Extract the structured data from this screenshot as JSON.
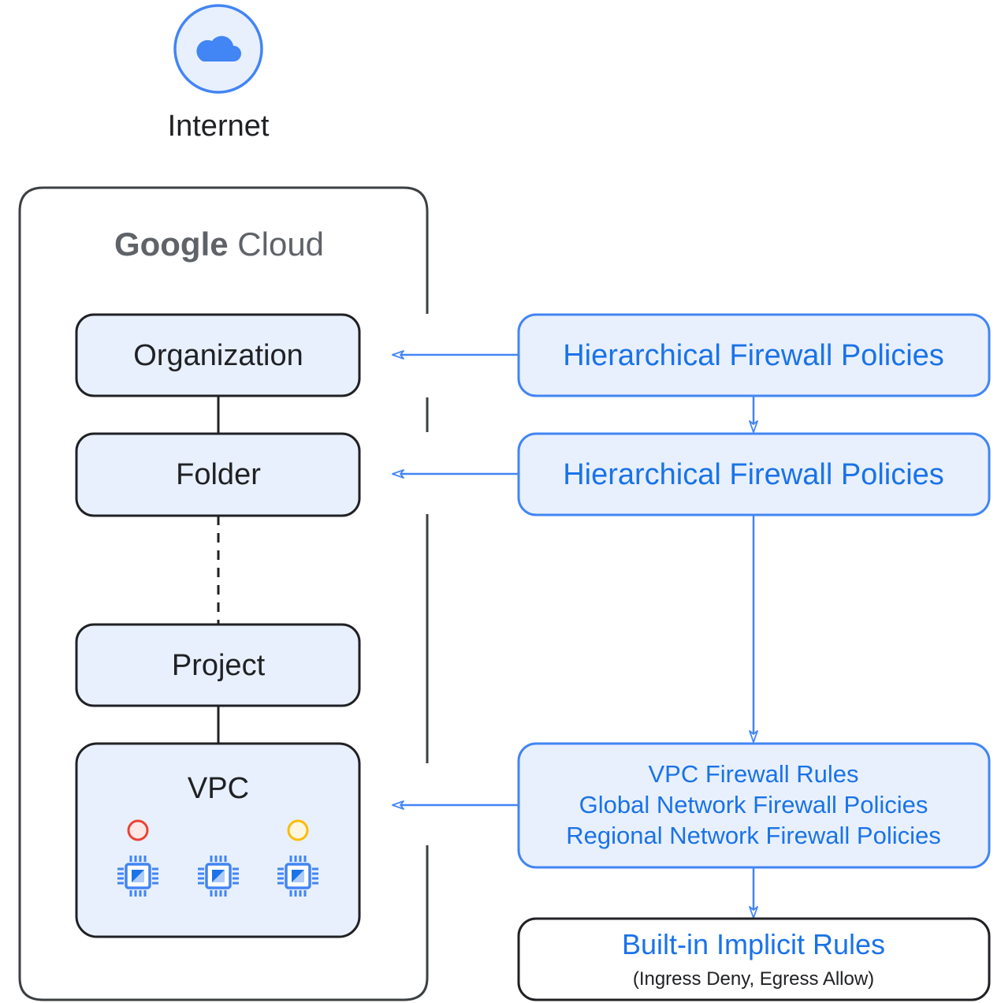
{
  "internet": {
    "label": "Internet"
  },
  "google_cloud": {
    "logo_google": "Google",
    "logo_cloud": "Cloud"
  },
  "hierarchy": {
    "organization": "Organization",
    "folder": "Folder",
    "project": "Project",
    "vpc": "VPC"
  },
  "policies": {
    "org_policy": "Hierarchical Firewall Policies",
    "folder_policy": "Hierarchical Firewall Policies",
    "vpc_rules": [
      "VPC Firewall Rules",
      "Global Network Firewall Policies",
      "Regional Network Firewall Policies"
    ],
    "implicit_title": "Built-in Implicit Rules",
    "implicit_subtitle": "(Ingress Deny, Egress Allow)"
  },
  "icons": {
    "internet": "cloud-icon",
    "vm": "chip-icon",
    "status_red": "red-circle-icon",
    "status_yellow": "yellow-circle-icon"
  },
  "colors": {
    "accent_blue": "#4285f4",
    "text_blue": "#1a73e8",
    "box_fill": "#e8f0fe",
    "dark_border": "#3c4043",
    "status_red": "#ea4335",
    "status_yellow": "#fbbc04"
  }
}
